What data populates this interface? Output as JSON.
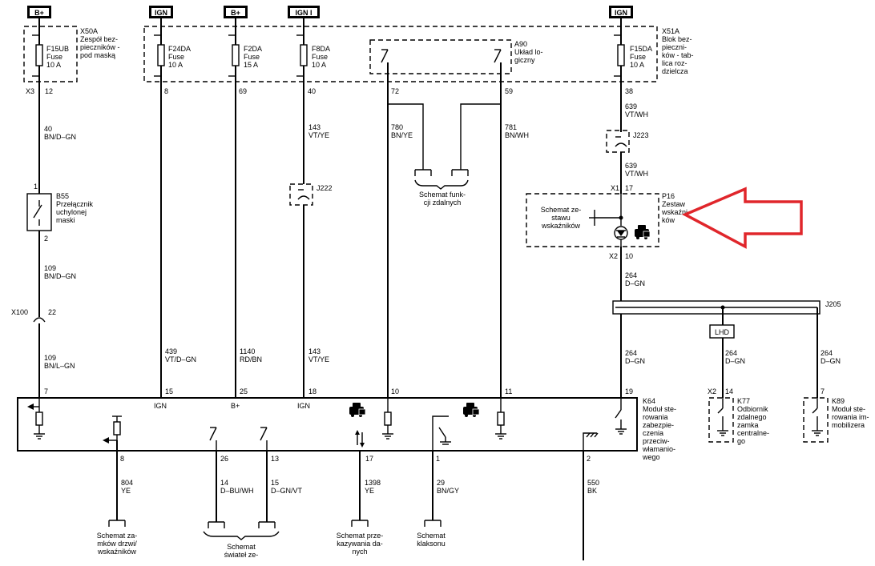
{
  "power": {
    "b1": "B+",
    "ign1": "IGN",
    "b2": "B+",
    "ign2": "IGN I",
    "ign3": "IGN"
  },
  "x50a": {
    "label": "X50A",
    "desc": [
      "Zespół bez-",
      "pieczników -",
      "pod maską"
    ],
    "pin_conn": "X3",
    "pin": "12"
  },
  "x51a": {
    "label": "X51A",
    "desc": [
      "Blok bez-",
      "pieczni-",
      "ków - tab-",
      "lica roz-",
      "dzielcza"
    ],
    "pin": "38"
  },
  "fuses": [
    {
      "name": "F15UB",
      "type": "Fuse",
      "rating": "10 A"
    },
    {
      "name": "F24DA",
      "type": "Fuse",
      "rating": "10 A"
    },
    {
      "name": "F2DA",
      "type": "Fuse",
      "rating": "15 A"
    },
    {
      "name": "F8DA",
      "type": "Fuse",
      "rating": "10 A"
    },
    {
      "name": "F15DA",
      "type": "Fuse",
      "rating": "10 A"
    }
  ],
  "pins_top": {
    "p8": "8",
    "p69": "69",
    "p40": "40",
    "p72": "72",
    "p59": "59"
  },
  "a90": {
    "label": "A90",
    "desc": [
      "Układ lo-",
      "giczny"
    ]
  },
  "wires": {
    "w40": [
      "40",
      "BN/D–GN"
    ],
    "w109a": [
      "109",
      "BN/D–GN"
    ],
    "w109b": [
      "109",
      "BN/L–GN"
    ],
    "w439": [
      "439",
      "VT/D–GN"
    ],
    "w1140": [
      "1140",
      "RD/BN"
    ],
    "w143a": [
      "143",
      "VT/YE"
    ],
    "w143b": [
      "143",
      "VT/YE"
    ],
    "w780": [
      "780",
      "BN/YE"
    ],
    "w781": [
      "781",
      "BN/WH"
    ],
    "w639a": [
      "639",
      "VT/WH"
    ],
    "w639b": [
      "639",
      "VT/WH"
    ],
    "w264a": [
      "264",
      "D–GN"
    ],
    "w264b": [
      "264",
      "D–GN"
    ],
    "w264c": [
      "264",
      "D–GN"
    ],
    "w264d": [
      "264",
      "D–GN"
    ],
    "w804": [
      "804",
      "YE"
    ],
    "w14": [
      "14",
      "D–BU/WH"
    ],
    "w15": [
      "15",
      "D–GN/VT"
    ],
    "w1398": [
      "1398",
      "YE"
    ],
    "w29": [
      "29",
      "BN/GY"
    ],
    "w550": [
      "550",
      "BK"
    ]
  },
  "b55": {
    "label": "B55",
    "desc": [
      "Przełącznik",
      "uchylonej",
      "maski"
    ],
    "pin1": "1",
    "pin2": "2"
  },
  "x100": {
    "label": "X100",
    "pin": "22"
  },
  "j222": "J222",
  "j223": "J223",
  "j205": "J205",
  "remote": [
    "Schemat funk-",
    "cji zdalnych"
  ],
  "p16": {
    "label": "P16",
    "desc": [
      "Zestaw",
      "wskaźni-",
      "ków"
    ],
    "x1": "X1",
    "pin17": "17",
    "x2": "X2",
    "pin10": "10",
    "schem": [
      "Schemat ze-",
      "stawu",
      "wskaźników"
    ]
  },
  "lhd": "LHD",
  "k64": {
    "label": "K64",
    "desc": [
      "Moduł ste-",
      "rowania",
      "zabezpie-",
      "czenia",
      "przeciw-",
      "włamanio-",
      "wego"
    ],
    "pins": {
      "p7": "7",
      "p15": "15",
      "p25": "25",
      "p18": "18",
      "p10": "10",
      "p11": "11",
      "p19": "19",
      "p8": "8",
      "p26": "26",
      "p13": "13",
      "p17": "17",
      "p1": "1",
      "p2": "2"
    },
    "ign_a": "IGN",
    "bplus": "B+",
    "ign_b": "IGN"
  },
  "k77": {
    "label": "K77",
    "desc": [
      "Odbiornik",
      "zdalnego",
      "zamka",
      "centralne-",
      "go"
    ],
    "x2": "X2",
    "pin": "14"
  },
  "k89": {
    "label": "K89",
    "desc": [
      "Moduł ste-",
      "rowania im-",
      "mobilizera"
    ],
    "pin": "7"
  },
  "bottom": {
    "doors": [
      "Schemat za-",
      "mków drzwi/",
      "wskaźników"
    ],
    "lights": [
      "Schemat",
      "świateł ze-"
    ],
    "data": [
      "Schemat prze-",
      "kazywania da-",
      "nych"
    ],
    "horn": [
      "Schemat",
      "klaksonu"
    ]
  }
}
